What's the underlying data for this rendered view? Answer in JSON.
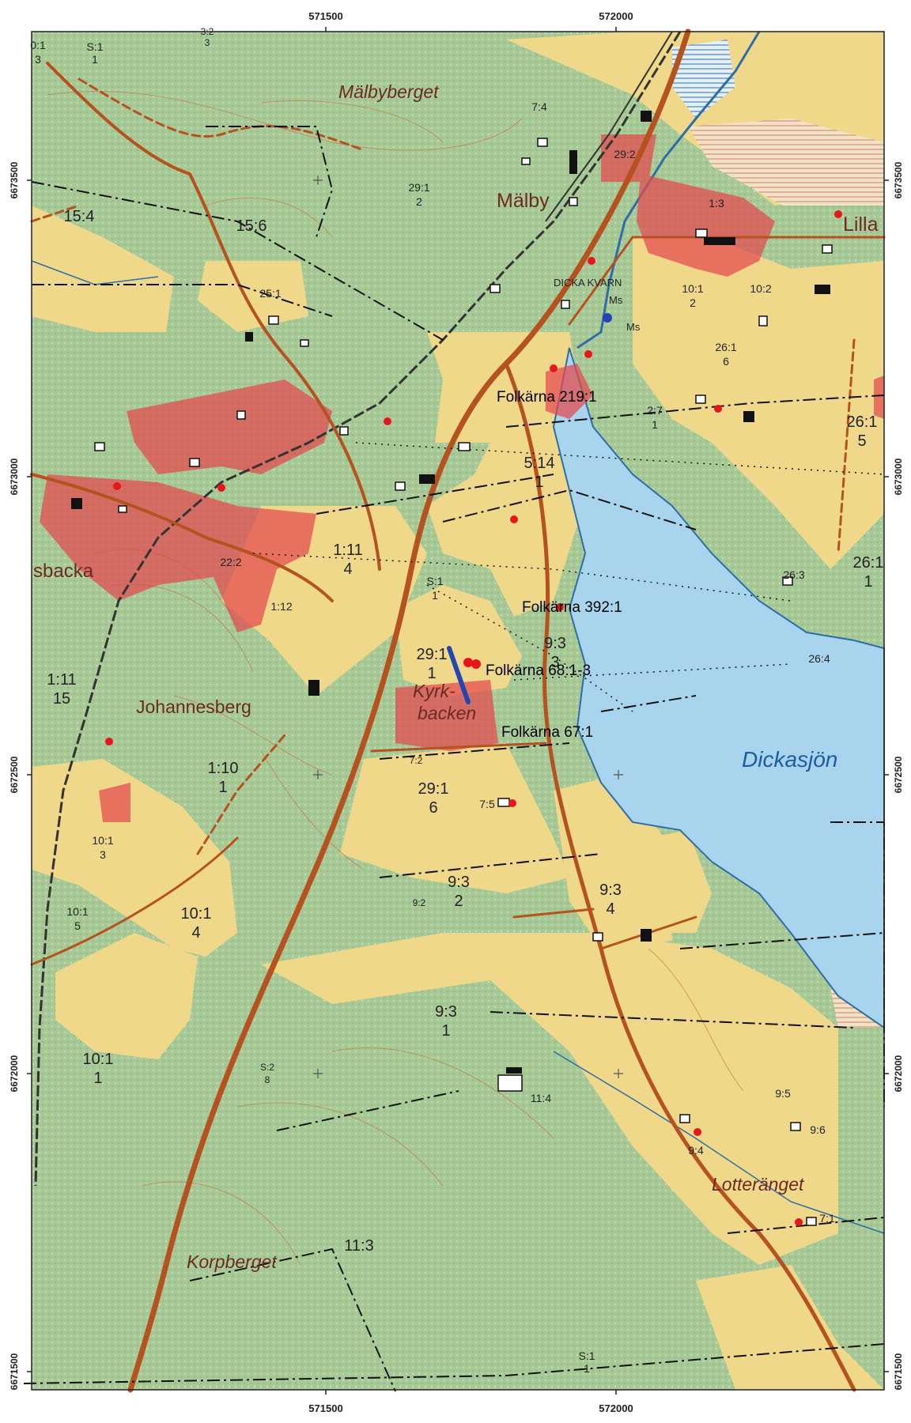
{
  "axes": {
    "x_top": [
      "571500",
      "572000"
    ],
    "x_bottom": [
      "571500",
      "572000"
    ],
    "y_left": [
      "6673500",
      "6673000",
      "6672500",
      "6672000",
      "6671500"
    ],
    "y_right": [
      "6673500",
      "6673000",
      "6672500",
      "6672000",
      "6671500"
    ]
  },
  "place_names": {
    "malbyberget": "Mälbyberget",
    "malby": "Mälby",
    "lilla": "Lilla",
    "sbacka": "sbacka",
    "johannesberg": "Johannesberg",
    "kyrkbacken_1": "Kyrk-",
    "kyrkbacken_2": "backen",
    "dickasjon": "Dickasjön",
    "lotteranget": "Lotteränget",
    "korpberget": "Korpberget",
    "dicka_kvarn": "DICKA KVARN",
    "ms1": "Ms",
    "ms2": "Ms"
  },
  "sites": {
    "s219": "Folkärna 219:1",
    "s392": "Folkärna 392:1",
    "s68": "Folkärna 68:1-3",
    "s67": "Folkärna 67:1"
  },
  "properties": [
    {
      "a": "15:4",
      "b": ""
    },
    {
      "a": "15:6",
      "b": ""
    },
    {
      "a": "29:1",
      "b": "2"
    },
    {
      "a": "25:1",
      "b": ""
    },
    {
      "a": "1:3",
      "b": ""
    },
    {
      "a": "10:1",
      "b": "2"
    },
    {
      "a": "10:2",
      "b": ""
    },
    {
      "a": "26:1",
      "b": "6"
    },
    {
      "a": "2:7",
      "b": "1"
    },
    {
      "a": "26:1",
      "b": "5"
    },
    {
      "a": "5:14",
      "b": "1"
    },
    {
      "a": "1:11",
      "b": "4"
    },
    {
      "a": "22:2",
      "b": ""
    },
    {
      "a": "1:12",
      "b": ""
    },
    {
      "a": "26:1",
      "b": "1"
    },
    {
      "a": "26:3",
      "b": ""
    },
    {
      "a": "26:4",
      "b": ""
    },
    {
      "a": "S:1",
      "b": "1"
    },
    {
      "a": "29:1",
      "b": "1"
    },
    {
      "a": "9:3",
      "b": "3"
    },
    {
      "a": "1:11",
      "b": "15"
    },
    {
      "a": "1:10",
      "b": "1"
    },
    {
      "a": "29:1",
      "b": "6"
    },
    {
      "a": "7:5",
      "b": ""
    },
    {
      "a": "7:2",
      "b": ""
    },
    {
      "a": "10:1",
      "b": "3"
    },
    {
      "a": "9:3",
      "b": "2"
    },
    {
      "a": "9:3",
      "b": "4"
    },
    {
      "a": "10:1",
      "b": "5"
    },
    {
      "a": "10:1",
      "b": "4"
    },
    {
      "a": "9:2",
      "b": ""
    },
    {
      "a": "9:3",
      "b": "1"
    },
    {
      "a": "10:1",
      "b": "1"
    },
    {
      "a": "S:2",
      "b": "8"
    },
    {
      "a": "11:4",
      "b": ""
    },
    {
      "a": "9:5",
      "b": ""
    },
    {
      "a": "9:6",
      "b": ""
    },
    {
      "a": "9:4",
      "b": ""
    },
    {
      "a": "11:3",
      "b": ""
    },
    {
      "a": "7:1",
      "b": ""
    },
    {
      "a": "S:1",
      "b": "1"
    },
    {
      "a": "7:4",
      "b": ""
    },
    {
      "a": "29:2",
      "b": ""
    },
    {
      "a": "S:1",
      "b": "1"
    },
    {
      "a": "3:2",
      "b": "3"
    },
    {
      "a": "0:1",
      "b": "3"
    }
  ],
  "colors": {
    "forest": "#9fc48f",
    "field": "#f3d98a",
    "water": "#a9d4ee",
    "road": "#b5521f",
    "heritage_area": "#e5484d",
    "site_dot": "#e8161b"
  }
}
